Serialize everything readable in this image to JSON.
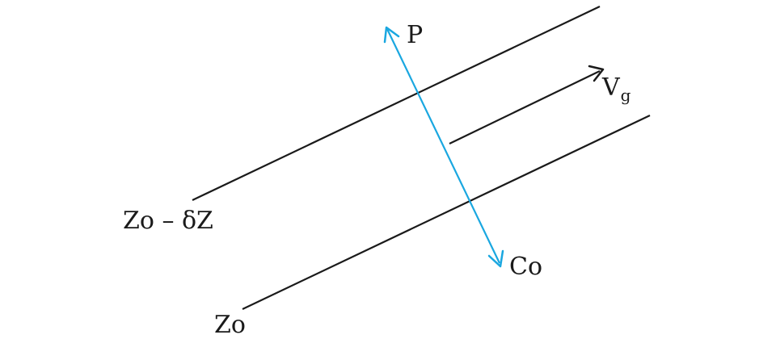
{
  "labels": {
    "p": "P",
    "co": "Co",
    "vg_main": "V",
    "vg_sub": "g",
    "zo_minus_dz": "Zo – δZ",
    "zo": "Zo"
  },
  "colors": {
    "line": "#1a1a1a",
    "vector_p_co": "#1aa7e0",
    "vector_vg": "#1a1a1a",
    "text": "#1a1a1a"
  },
  "icons": {
    "arrow_p": "arrowhead-icon",
    "arrow_co": "arrowhead-icon",
    "arrow_vg": "arrowhead-icon"
  }
}
